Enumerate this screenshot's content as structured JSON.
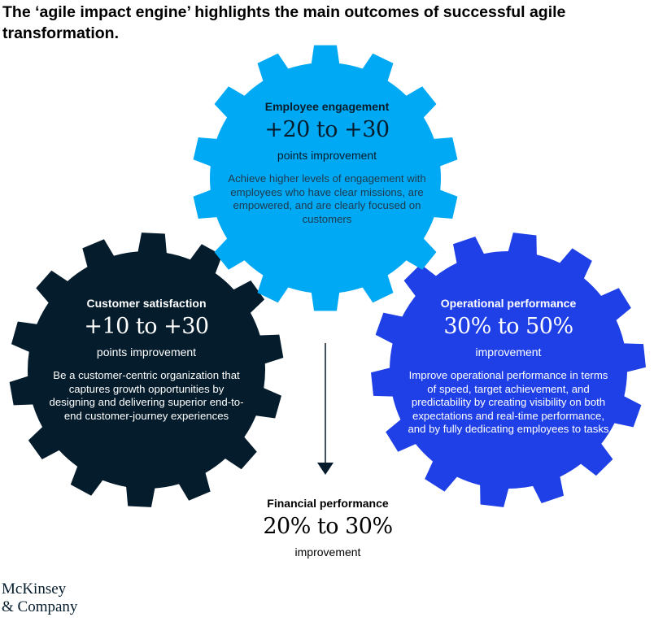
{
  "title": "The ‘agile impact engine’ highlights the main outcomes of successful agile transformation.",
  "colors": {
    "employee_gear": "#00a9f4",
    "customer_gear": "#051c2c",
    "operational_gear": "#1f40e6",
    "arrow": "#051c2c"
  },
  "employee": {
    "label": "Employee engagement",
    "value": "+20 to +30",
    "unit": "points improvement",
    "description": "Achieve higher levels of engagement with employees who have clear missions, are empowered, and are clearly focused on customers"
  },
  "customer": {
    "label": "Customer satisfaction",
    "value": "+10 to +30",
    "unit": "points improvement",
    "description": "Be a customer-centric organization that captures growth opportunities by designing and delivering superior end-to-end customer-journey experiences"
  },
  "operational": {
    "label": "Operational performance",
    "value": "30% to 50%",
    "unit": "improvement",
    "description": "Improve operational performance in terms of speed, target achievement, and predictability by creating visibility on both expectations and real-time performance, and by fully dedicating employees to tasks"
  },
  "financial": {
    "label": "Financial performance",
    "value": "20% to 30%",
    "unit": "improvement"
  },
  "brand": {
    "line1": "McKinsey",
    "line2": "& Company"
  }
}
